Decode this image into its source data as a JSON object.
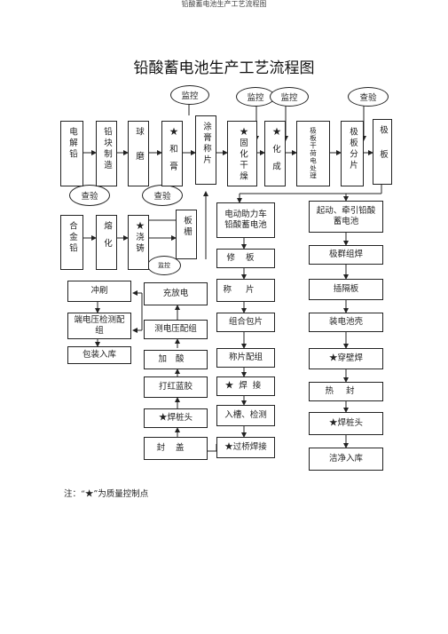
{
  "header": {
    "text": "铅酸蓄电池生产工艺流程图"
  },
  "title": "铅酸蓄电池生产工艺流程图",
  "note": "注：“★”为质量控制点",
  "ovals": {
    "monitor1": "监控",
    "monitor2": "监控",
    "monitor3": "监控",
    "check1": "查验",
    "check2": "查验",
    "check3": "查验",
    "monitor4": "监控"
  },
  "top_row": {
    "electrolytic_lead": "电解铅",
    "lead_block": "铅块制造",
    "ball_mill": "球磨",
    "mixing_paste": "★和膏",
    "paste_cutting": "涂膏称片",
    "curing_drying": "★固化干燥",
    "formation": "★化成",
    "plate_treatment": "极板干荷电处理",
    "plate_split": "极板分片",
    "plate": "极板"
  },
  "left_group": {
    "alloy_lead": "合金铅",
    "melting": "熔化",
    "casting": "★浇铸",
    "grid": "板栅",
    "rinse": "冲刷",
    "charge_discharge": "充放电",
    "terminal_voltage": "端电压检测配组",
    "voltage_match": "测电压配组",
    "pack_store": "包装入库",
    "add_acid": "加酸",
    "red_glue": "打红蓝胶",
    "weld_post": "★焊桩头",
    "seal_cover": "封盖"
  },
  "mid_group": {
    "ev_battery": "电动助力车铅酸蓄电池",
    "trim_plate": "修板",
    "weigh_plate": "称片",
    "combine_pack": "组合包片",
    "weigh_group": "称片配组",
    "welding": "★焊接",
    "slot_inspect": "入槽、检测",
    "bridge_weld": "★过桥焊接"
  },
  "right_group": {
    "start_traction": "起动、牵引铅酸蓄电池",
    "plate_group_weld": "极群组焊",
    "insert_separator": "插隔板",
    "install_case": "装电池壳",
    "wall_weld": "★穿壁焊",
    "heat_seal": "热封",
    "weld_post": "★焊桩头",
    "clean_store": "洁净入库"
  }
}
